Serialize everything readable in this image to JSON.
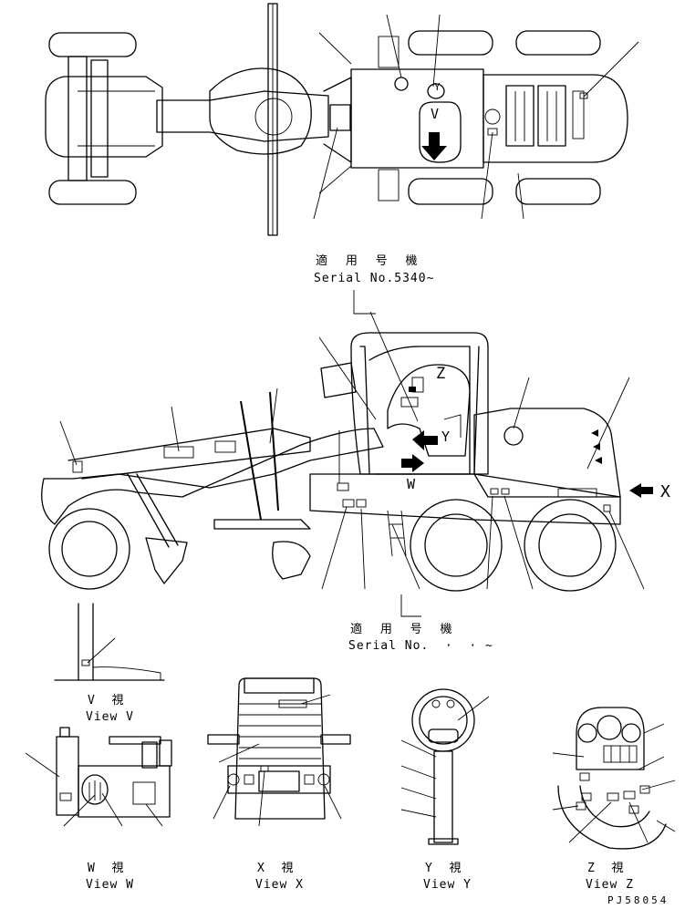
{
  "labels": {
    "serial_top_jp": "適 用 号 機",
    "serial_top": "Serial No.5340~",
    "serial_mid_jp": "適 用 号 機",
    "serial_mid": "Serial No.  ·  · ~",
    "view_v_jp": "V  視",
    "view_v": "View V",
    "view_w_jp": "W  視",
    "view_w": "View W",
    "view_x_jp": "X  視",
    "view_x": "View X",
    "view_y_jp": "Y  視",
    "view_y": "View Y",
    "view_z_jp": "Z  視",
    "view_z": "View Z",
    "letter_z": "Z",
    "letter_y": "Y",
    "letter_w": "W",
    "letter_x": "X",
    "top_v": "V",
    "top_y": "Y",
    "drawing_number": "PJ58054"
  }
}
